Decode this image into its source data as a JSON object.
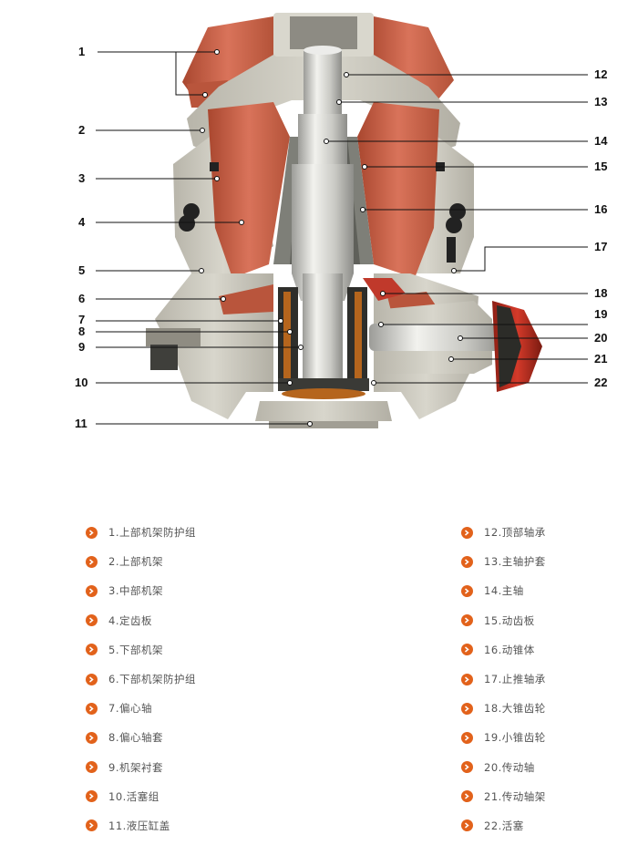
{
  "callouts": {
    "left": [
      "1",
      "2",
      "3",
      "4",
      "5",
      "6",
      "7",
      "8",
      "9",
      "10",
      "11"
    ],
    "right": [
      "12",
      "13",
      "14",
      "15",
      "16",
      "17",
      "18",
      "19",
      "20",
      "21",
      "22"
    ]
  },
  "legend": {
    "left": [
      "1.上部机架防护组",
      "2.上部机架",
      "3.中部机架",
      "4.定齿板",
      "5.下部机架",
      "6.下部机架防护组",
      "7.偏心轴",
      "8.偏心轴套",
      "9.机架衬套",
      "10.活塞组",
      "11.液压缸盖"
    ],
    "right": [
      "12.顶部轴承",
      "13.主轴护套",
      "14.主轴",
      "15.动齿板",
      "16.动锥体",
      "17.止推轴承",
      "18.大锥齿轮",
      "19.小锥齿轮",
      "20.传动轴",
      "21.传动轴架",
      "22.活塞"
    ]
  },
  "colors": {
    "wear_liner": "#c8644a",
    "frame": "#c9c6bb",
    "shaft": "#d4d4cf",
    "gear": "#c0392b",
    "bullet": "#e2621b"
  }
}
